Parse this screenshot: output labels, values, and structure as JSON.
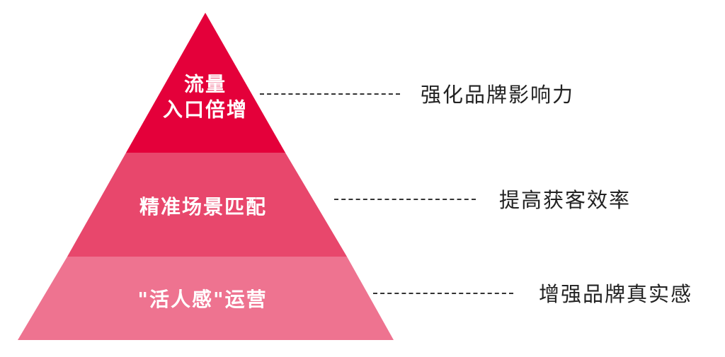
{
  "colors": {
    "top": "#e4003a",
    "middle": "#e8476c",
    "bottom": "#ee7390"
  },
  "levels": [
    {
      "line1": "流量",
      "line2": "入口倍增",
      "benefit": "强化品牌影响力"
    },
    {
      "label": "精准场景匹配",
      "benefit": "提高获客效率"
    },
    {
      "label": "\"活人感\"运营",
      "benefit": "增强品牌真实感"
    }
  ]
}
